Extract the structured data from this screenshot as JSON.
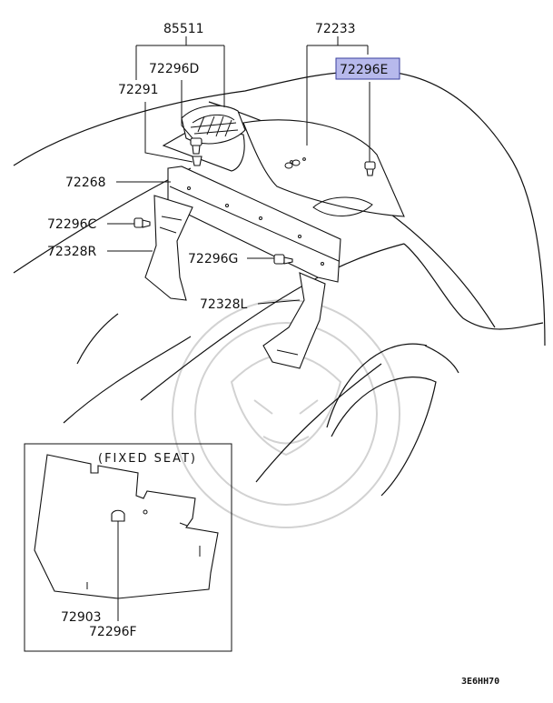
{
  "labels": {
    "p85511": "85511",
    "p72233": "72233",
    "p72296D": "72296D",
    "p72296E": "72296E",
    "p72291": "72291",
    "p72268": "72268",
    "p72296C": "72296C",
    "p72328R": "72328R",
    "p72296G": "72296G",
    "p72328L": "72328L",
    "p72903": "72903",
    "p72296F": "72296F"
  },
  "inset_title": "(FIXED SEAT)",
  "diagram_code": "3E6HH70",
  "colors": {
    "highlight_fill": "#b7b9ec",
    "highlight_border": "#3a3f9e",
    "line": "#111111",
    "watermark": "#d2d2d2"
  }
}
